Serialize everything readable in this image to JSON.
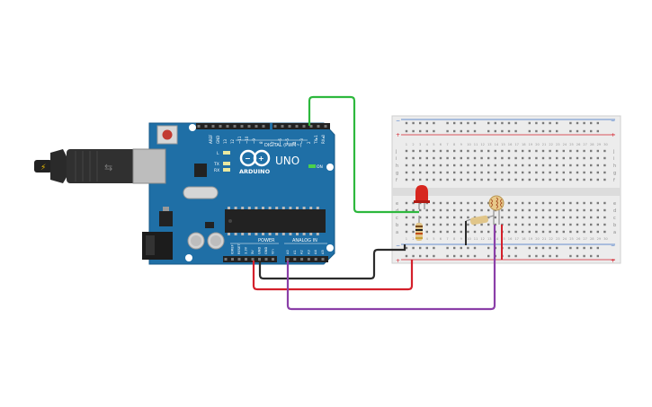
{
  "board": {
    "brand": "ARDUINO",
    "model": "UNO",
    "digital_label": "DIGITAL (PWM~)",
    "power_label": "POWER",
    "analog_label": "ANALOG IN",
    "on_label": "ON",
    "l_label": "L",
    "tx_label": "TX",
    "rx_label": "RX",
    "top_pins": [
      "AREF",
      "GND",
      "13",
      "12",
      "~11",
      "~10",
      "~9",
      "8",
      "7",
      "~6",
      "~5",
      "4",
      "~3",
      "2",
      "TX▸1",
      "RX◂0"
    ],
    "power_pins": [
      "IOREF",
      "RESET",
      "3.3V",
      "5V",
      "GND",
      "GND",
      "Vin"
    ],
    "analog_pins": [
      "A0",
      "A1",
      "A2",
      "A3",
      "A4",
      "A5"
    ]
  },
  "breadboard": {
    "row_letters_top": [
      "j",
      "i",
      "h",
      "g",
      "f"
    ],
    "row_letters_bottom": [
      "e",
      "d",
      "c",
      "b",
      "a"
    ],
    "column_count": 30
  },
  "wires": [
    {
      "id": "green-signal-wire",
      "color": "#2db83d"
    },
    {
      "id": "black-ground-wire",
      "color": "#2b2b2b"
    },
    {
      "id": "red-power-wire",
      "color": "#d4202b"
    },
    {
      "id": "purple-analog-wire",
      "color": "#8b3fa8"
    }
  ],
  "colors": {
    "board": "#1f6fa6",
    "breadboard": "#ececec",
    "rail_red": "#d4202b",
    "rail_blue": "#3a6fc4"
  }
}
